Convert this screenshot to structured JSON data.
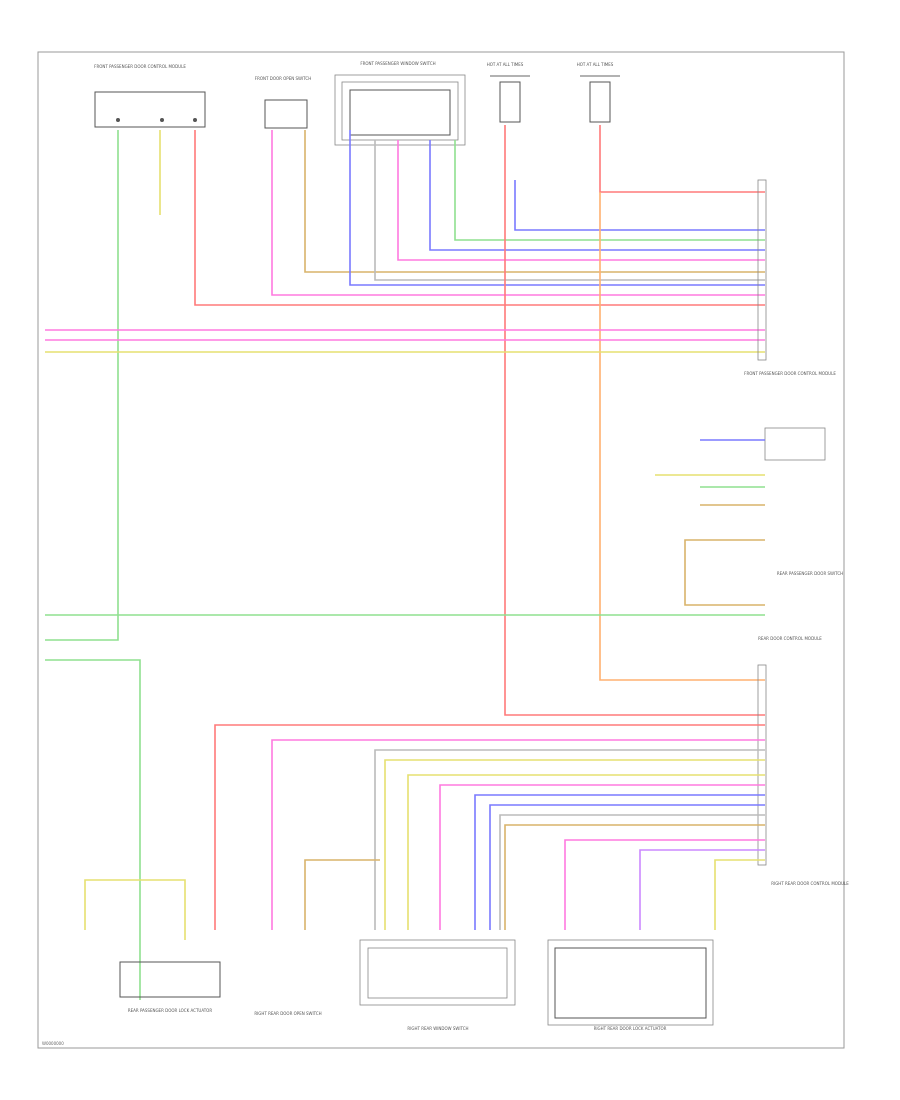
{
  "diagram_code": "W0000000",
  "colors": {
    "green": "#8fe08f",
    "red": "#ff7a7a",
    "pink": "#ff7adf",
    "orange": "#ffb070",
    "tan": "#d9b36a",
    "yellow": "#e6e070",
    "blue": "#7a7aff",
    "gray": "#bbbbbb",
    "violet": "#cc88ff"
  },
  "components": [
    "FRONT PASSENGER DOOR CONTROL MODULE",
    "FRONT DOOR OPEN SWITCH",
    "FRONT PASSENGER WINDOW SWITCH",
    "HOT AT ALL TIMES",
    "HOT AT ALL TIMES",
    "FRONT PASSENGER DOOR CONTROL MODULE",
    "REAR PASSENGER DOOR SWITCH",
    "REAR DOOR CONTROL MODULE",
    "REAR PASSENGER DOOR LOCK ACTUATOR",
    "RIGHT REAR DOOR OPEN SWITCH",
    "RIGHT REAR WINDOW SWITCH",
    "RIGHT REAR DOOR LOCK ACTUATOR",
    "RIGHT REAR DOOR CONTROL MODULE"
  ]
}
